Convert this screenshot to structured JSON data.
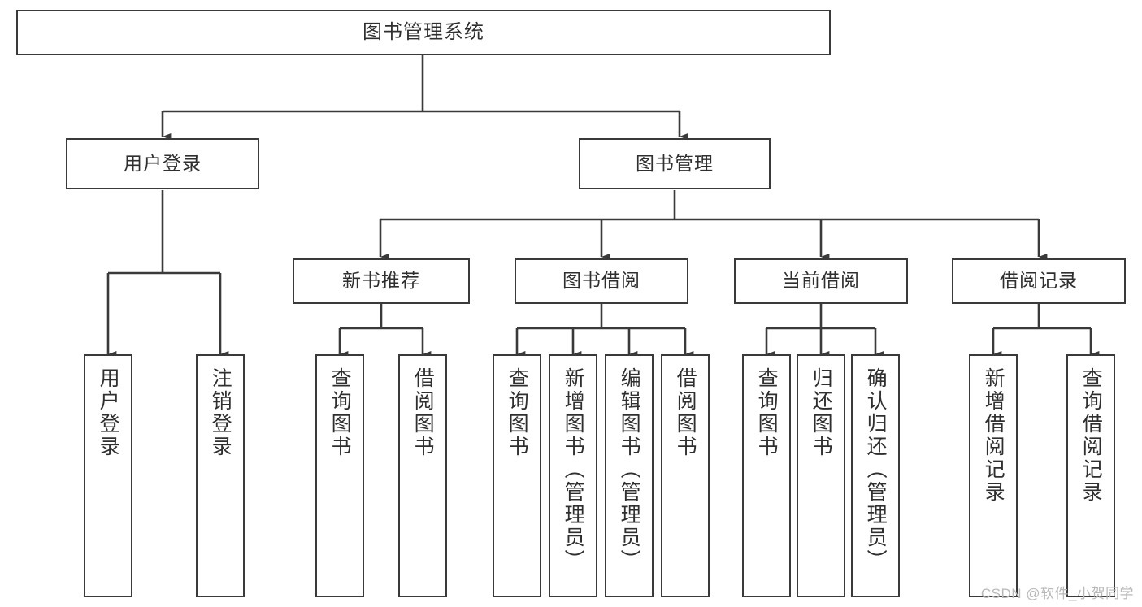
{
  "diagram": {
    "title": "图书管理系统",
    "kind": "hierarchy-tree",
    "watermark": "CSDN @软件_小贺同学",
    "colors": {
      "stroke": "#3a3a3a",
      "text": "#2f2f2f",
      "background": "#ffffff",
      "watermark": "#b9b9b9"
    }
  },
  "nodes": {
    "root": {
      "label": "图书管理系统"
    },
    "level2": [
      {
        "id": "user-login",
        "label": "用户登录"
      },
      {
        "id": "book-manage",
        "label": "图书管理"
      }
    ],
    "level3": [
      {
        "id": "new-book-recommend",
        "label": "新书推荐"
      },
      {
        "id": "book-borrow",
        "label": "图书借阅"
      },
      {
        "id": "current-borrow",
        "label": "当前借阅"
      },
      {
        "id": "borrow-record",
        "label": "借阅记录"
      }
    ],
    "leaves": {
      "user_login": [
        {
          "id": "leaf-user-login",
          "label": "用户登录"
        },
        {
          "id": "leaf-logout",
          "label": "注销登录"
        }
      ],
      "new_book_recommend": [
        {
          "id": "leaf-query-book-1",
          "label": "查询图书"
        },
        {
          "id": "leaf-borrow-book-1",
          "label": "借阅图书"
        }
      ],
      "book_borrow": [
        {
          "id": "leaf-query-book-2",
          "label": "查询图书"
        },
        {
          "id": "leaf-add-book",
          "label": "新增图书（管理员）"
        },
        {
          "id": "leaf-edit-book",
          "label": "编辑图书（管理员）"
        },
        {
          "id": "leaf-borrow-book-2",
          "label": "借阅图书"
        }
      ],
      "current_borrow": [
        {
          "id": "leaf-query-book-3",
          "label": "查询图书"
        },
        {
          "id": "leaf-return-book",
          "label": "归还图书"
        },
        {
          "id": "leaf-confirm-return",
          "label": "确认归还（管理员）"
        }
      ],
      "borrow_record": [
        {
          "id": "leaf-add-record",
          "label": "新增借阅记录"
        },
        {
          "id": "leaf-query-record",
          "label": "查询借阅记录"
        }
      ]
    }
  }
}
